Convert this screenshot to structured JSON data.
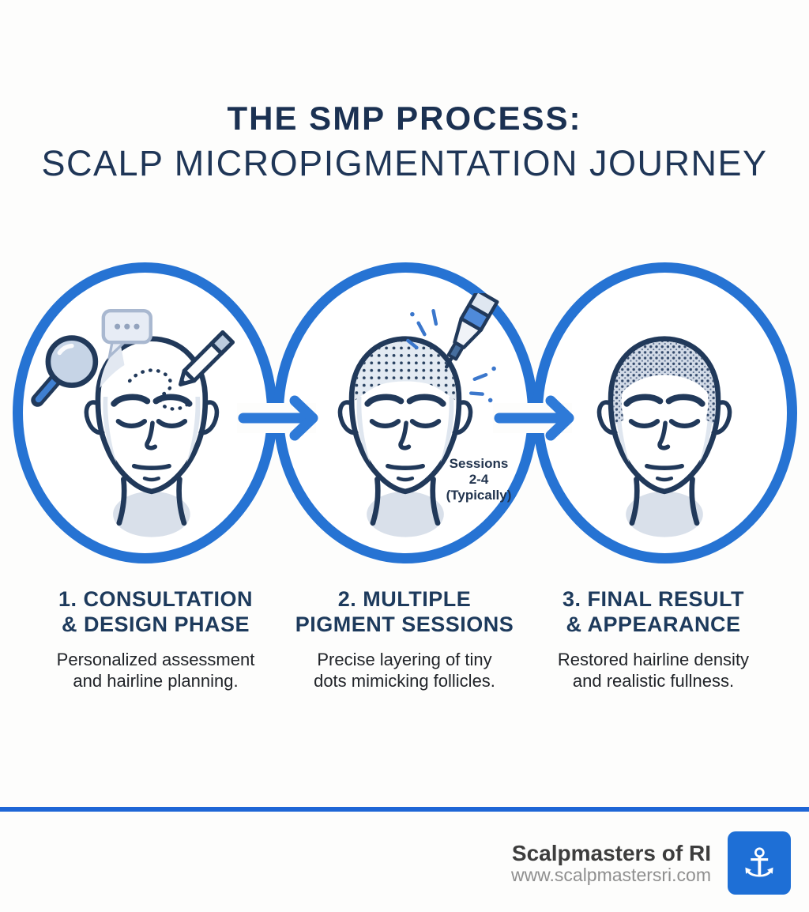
{
  "title": {
    "line1": "THE SMP PROCESS:",
    "line2": "SCALP MICROPIGMENTATION JOURNEY"
  },
  "steps": [
    {
      "number": "1",
      "title_line1": "1. CONSULTATION",
      "title_line2": "& DESIGN PHASE",
      "desc_line1": "Personalized assessment",
      "desc_line2": "and hairline planning.",
      "icons": [
        "magnifier-icon",
        "speech-bubble-icon",
        "pencil-icon",
        "bald-head-icon",
        "dashed-hairline-icon"
      ]
    },
    {
      "number": "2",
      "title_line1": "2. MULTIPLE",
      "title_line2": "PIGMENT SESSIONS",
      "desc_line1": "Precise layering of tiny",
      "desc_line2": "dots mimicking follicles.",
      "annotation": {
        "line1": "Sessions",
        "line2": "2-4",
        "line3": "(Typically)"
      },
      "icons": [
        "pigment-pen-icon",
        "stippled-head-icon",
        "burst-icon"
      ]
    },
    {
      "number": "3",
      "title_line1": "3. FINAL RESULT",
      "title_line2": "& APPEARANCE",
      "desc_line1": "Restored hairline density",
      "desc_line2": "and realistic fullness.",
      "icons": [
        "buzzcut-head-icon"
      ]
    }
  ],
  "arrows": {
    "icon": "arrow-right-icon",
    "count": 2
  },
  "footer": {
    "brand": "Scalpmasters of RI",
    "website": "www.scalpmastersri.com",
    "logo_icon": "anchor-icon"
  },
  "colors": {
    "background": "#fdfdfc",
    "circle_border": "#2673d3",
    "arrow_blue": "#2e7ad8",
    "title_navy": "#1b3152",
    "step_title_navy": "#1d3a5c",
    "body_text": "#212429",
    "divider_blue": "#1e66d6",
    "logo_blue": "#1e6fd6",
    "brand_text": "#3d3d3d",
    "website_text": "#8f8f8f",
    "illustration_outline": "#21395a"
  }
}
